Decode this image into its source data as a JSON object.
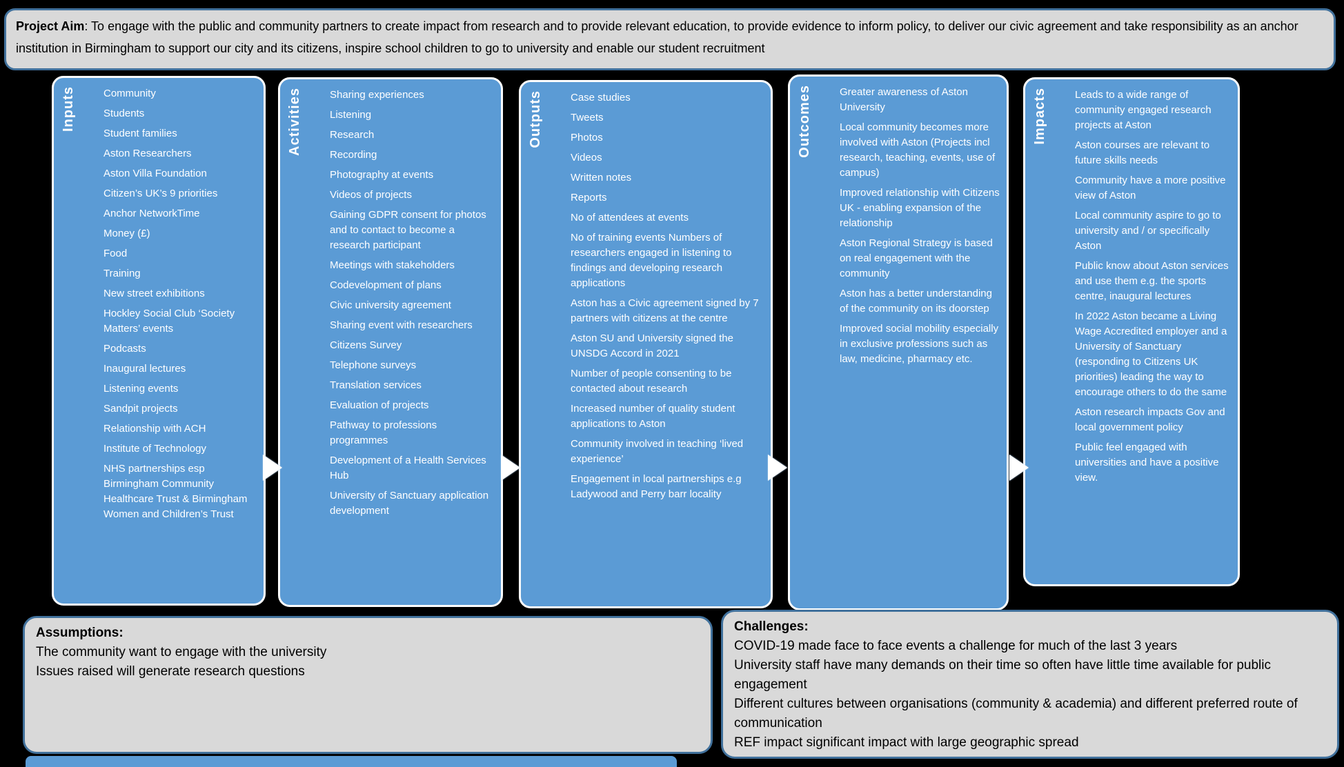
{
  "project_aim": {
    "label": "Project Aim",
    "text": ": To  engage with the public and community partners to create impact from research and to provide relevant education, to provide evidence to inform policy, to deliver our civic agreement and take responsibility as an anchor institution in Birmingham to support our city and its citizens, inspire school children to go to university and enable our student recruitment"
  },
  "columns": [
    {
      "label": "Inputs",
      "items": [
        "Community",
        "Students",
        "Student families",
        "Aston Researchers",
        "Aston Villa Foundation",
        "Citizen’s UK’s 9 priorities",
        "Anchor NetworkTime",
        "Money (£)",
        "Food",
        "Training",
        "New street exhibitions",
        "Hockley Social Club ‘Society Matters’ events",
        "Podcasts",
        "Inaugural lectures",
        "Listening events",
        "Sandpit projects",
        "Relationship with ACH",
        "Institute of Technology",
        "NHS partnerships esp Birmingham Community Healthcare Trust & Birmingham Women and Children’s Trust"
      ]
    },
    {
      "label": "Activities",
      "items": [
        "Sharing experiences",
        "Listening",
        "Research",
        "Recording",
        "Photography at events",
        "Videos of projects",
        "Gaining GDPR consent  for photos and to contact to become a research participant",
        "Meetings with stakeholders",
        "Codevelopment of plans",
        "Civic university agreement",
        "Sharing event with researchers",
        "Citizens Survey",
        "Telephone surveys",
        "Translation services",
        "Evaluation of projects",
        "Pathway to professions programmes",
        "Development of a Health Services Hub",
        "University of Sanctuary application development"
      ]
    },
    {
      "label": "Outputs",
      "items": [
        "Case studies",
        "Tweets",
        "Photos",
        "Videos",
        "Written notes",
        "Reports",
        "No of attendees at events",
        "No of training events  Numbers of researchers engaged in listening to findings and developing research applications",
        "Aston has a Civic agreement signed by 7 partners with citizens at the centre",
        "Aston SU and University signed the UNSDG Accord in 2021",
        "Number of people consenting to be contacted about research",
        "Increased number of quality student applications to Aston",
        "Community involved in teaching ‘lived experience’",
        "Engagement in local partnerships e.g Ladywood and Perry barr locality"
      ]
    },
    {
      "label": "Outcomes",
      "items": [
        "Greater awareness of Aston University",
        "Local community becomes more involved with Aston (Projects incl research, teaching, events, use of campus)",
        "Improved relationship with Citizens UK -  enabling expansion of the relationship",
        "Aston Regional Strategy is based on real engagement with the community",
        "Aston has a better understanding of the community on its doorstep",
        "Improved social mobility especially in exclusive professions such as law, medicine, pharmacy etc."
      ]
    },
    {
      "label": "Impacts",
      "items": [
        "Leads to a wide range of community engaged research projects at Aston",
        "Aston courses are relevant to future skills needs",
        "Community have a more positive view of Aston",
        "Local community aspire to go to university and / or specifically Aston",
        "Public know about Aston services and use them e.g. the sports centre, inaugural lectures",
        "In 2022 Aston became a Living Wage Accredited employer and a University of Sanctuary (responding to Citizens UK priorities) leading the way to encourage others to do the same",
        "Aston research impacts Gov and local government policy",
        "Public feel engaged with universities and have a positive view."
      ]
    }
  ],
  "assumptions": {
    "title": "Assumptions:",
    "lines": [
      "The community want to engage with the university",
      "Issues raised will generate research questions"
    ]
  },
  "challenges": {
    "title": "Challenges:",
    "lines": [
      "COVID-19 made face to face events a challenge for much of the last 3 years",
      "University staff have many demands on their time so often have little time available for public engagement",
      "Different cultures between organisations (community & academia) and different preferred route of communication",
      "REF impact significant impact with large geographic spread"
    ]
  },
  "colors": {
    "background": "#000000",
    "column_fill": "#5B9BD5",
    "column_border": "#FFFFFF",
    "panel_fill": "#D9D9D9",
    "panel_border": "#41719C",
    "arrow": "#FFFFFF",
    "column_text": "#FFFFFF",
    "panel_text": "#000000"
  }
}
